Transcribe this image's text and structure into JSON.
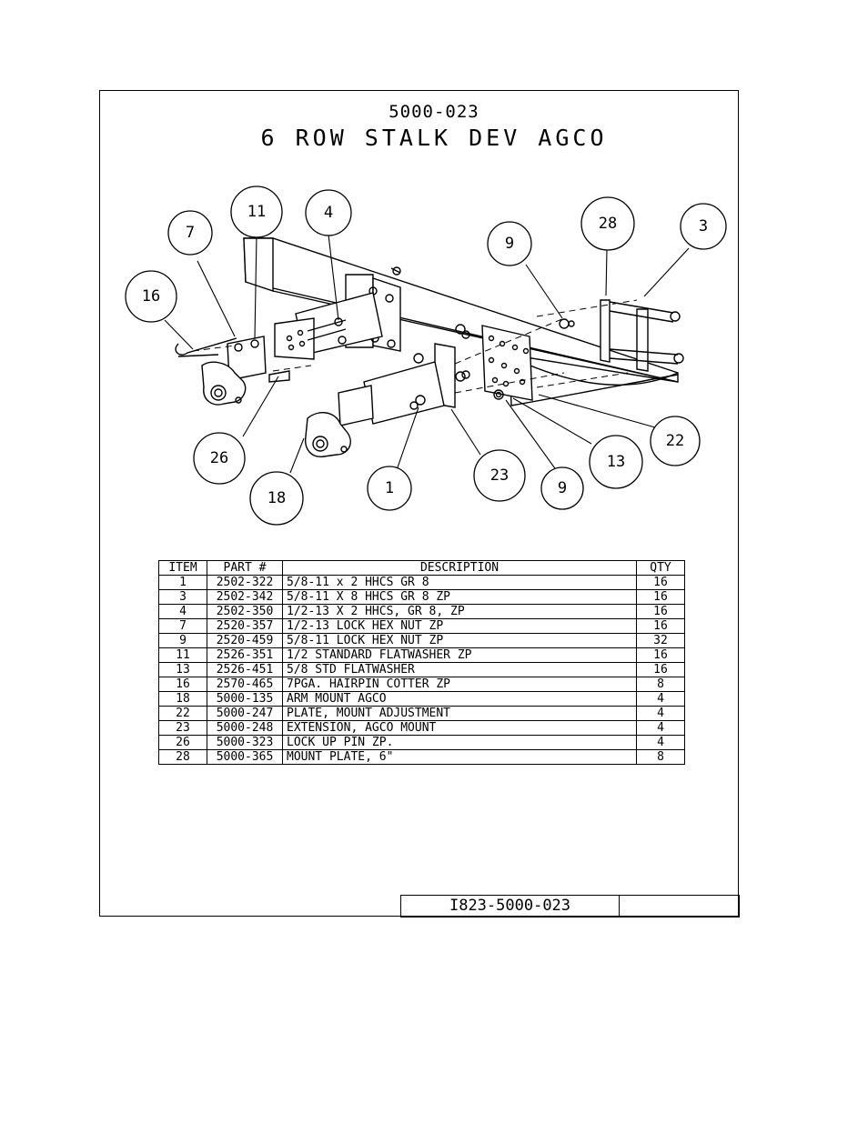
{
  "drawing": {
    "number": "5000-023",
    "title": "6 ROW STALK DEV AGCO"
  },
  "callouts": [
    "16",
    "7",
    "11",
    "4",
    "9",
    "28",
    "3",
    "26",
    "18",
    "1",
    "23",
    "9",
    "13",
    "22"
  ],
  "parts_table": {
    "headers": {
      "item": "ITEM",
      "part": "PART #",
      "description": "DESCRIPTION",
      "qty": "QTY"
    },
    "rows": [
      {
        "item": "1",
        "part": "2502-322",
        "description": "5/8-11 x 2 HHCS GR 8",
        "qty": "16"
      },
      {
        "item": "3",
        "part": "2502-342",
        "description": "5/8-11 X 8 HHCS GR 8 ZP",
        "qty": "16"
      },
      {
        "item": "4",
        "part": "2502-350",
        "description": "1/2-13 X 2 HHCS, GR 8, ZP",
        "qty": "16"
      },
      {
        "item": "7",
        "part": "2520-357",
        "description": "1/2-13 LOCK HEX NUT ZP",
        "qty": "16"
      },
      {
        "item": "9",
        "part": "2520-459",
        "description": "5/8-11 LOCK HEX NUT ZP",
        "qty": "32"
      },
      {
        "item": "11",
        "part": "2526-351",
        "description": "1/2 STANDARD FLATWASHER ZP",
        "qty": "16"
      },
      {
        "item": "13",
        "part": "2526-451",
        "description": "5/8 STD FLATWASHER",
        "qty": "16"
      },
      {
        "item": "16",
        "part": "2570-465",
        "description": "7PGA. HAIRPIN COTTER ZP",
        "qty": "8"
      },
      {
        "item": "18",
        "part": "5000-135",
        "description": "ARM MOUNT AGCO",
        "qty": "4"
      },
      {
        "item": "22",
        "part": "5000-247",
        "description": "PLATE, MOUNT ADJUSTMENT",
        "qty": "4"
      },
      {
        "item": "23",
        "part": "5000-248",
        "description": "EXTENSION, AGCO MOUNT",
        "qty": "4"
      },
      {
        "item": "26",
        "part": "5000-323",
        "description": "LOCK UP PIN ZP.",
        "qty": "4"
      },
      {
        "item": "28",
        "part": "5000-365",
        "description": "MOUNT PLATE, 6\"",
        "qty": "8"
      }
    ]
  },
  "title_block": {
    "document_number": "I823-5000-023"
  }
}
